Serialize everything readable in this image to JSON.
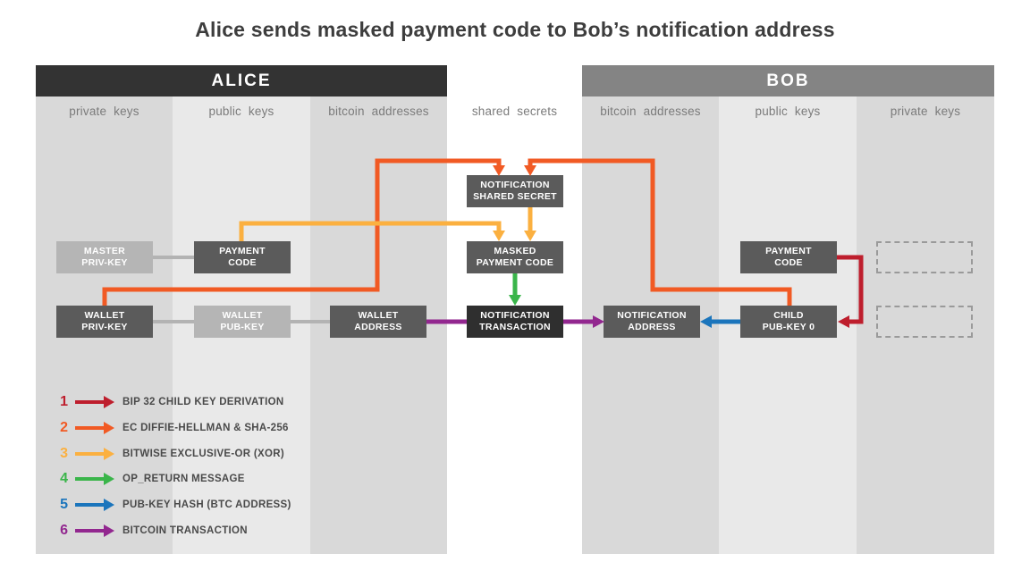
{
  "title": "Alice sends masked payment code to Bob’s notification address",
  "headers": {
    "alice": "ALICE",
    "bob": "BOB"
  },
  "columns": {
    "alice": [
      "private keys",
      "public keys",
      "bitcoin addresses"
    ],
    "middle": "shared secrets",
    "bob": [
      "bitcoin addresses",
      "public keys",
      "private keys"
    ]
  },
  "boxes": {
    "master_priv_key": {
      "lines": [
        "MASTER",
        "PRIV-KEY"
      ]
    },
    "payment_code_alice": {
      "lines": [
        "PAYMENT",
        "CODE"
      ]
    },
    "notification_shared_secret": {
      "lines": [
        "NOTIFICATION",
        "SHARED SECRET"
      ]
    },
    "masked_payment_code": {
      "lines": [
        "MASKED",
        "PAYMENT CODE"
      ]
    },
    "wallet_priv_key": {
      "lines": [
        "WALLET",
        "PRIV-KEY"
      ]
    },
    "wallet_pub_key": {
      "lines": [
        "WALLET",
        "PUB-KEY"
      ]
    },
    "wallet_address": {
      "lines": [
        "WALLET",
        "ADDRESS"
      ]
    },
    "notification_transaction": {
      "lines": [
        "NOTIFICATION",
        "TRANSACTION"
      ]
    },
    "notification_address": {
      "lines": [
        "NOTIFICATION",
        "ADDRESS"
      ]
    },
    "child_pub_key_0": {
      "lines": [
        "CHILD",
        "PUB-KEY 0"
      ]
    },
    "payment_code_bob": {
      "lines": [
        "PAYMENT",
        "CODE"
      ]
    }
  },
  "legend": {
    "items": [
      {
        "num": "1",
        "label": "BIP 32 CHILD KEY DERIVATION",
        "color": "red"
      },
      {
        "num": "2",
        "label": "EC DIFFIE-HELLMAN & SHA-256",
        "color": "orange"
      },
      {
        "num": "3",
        "label": "BITWISE EXCLUSIVE-OR (XOR)",
        "color": "yellow"
      },
      {
        "num": "4",
        "label": "OP_RETURN MESSAGE",
        "color": "green"
      },
      {
        "num": "5",
        "label": "PUB-KEY HASH (BTC ADDRESS)",
        "color": "blue"
      },
      {
        "num": "6",
        "label": "BITCOIN TRANSACTION",
        "color": "purple"
      }
    ]
  },
  "colors": {
    "red": "#be1e2d",
    "orange": "#f15a24",
    "yellow": "#fbb040",
    "green": "#3ab54a",
    "blue": "#1b75bc",
    "purple": "#92278f",
    "connector": "#b3b3b3",
    "alice_header": "#333333",
    "bob_header": "#848484",
    "band_dark": "#d9d9d9",
    "band_light": "#e9e9e9",
    "box_dark": "#5b5b5b",
    "box_light": "#b5b5b5",
    "box_darkest": "#2f2f2f",
    "dashed": "#9a9a9a",
    "label_gray": "#7b7b7b",
    "text_dark": "#3d3d3d",
    "legend_text": "#4a4a4a"
  }
}
